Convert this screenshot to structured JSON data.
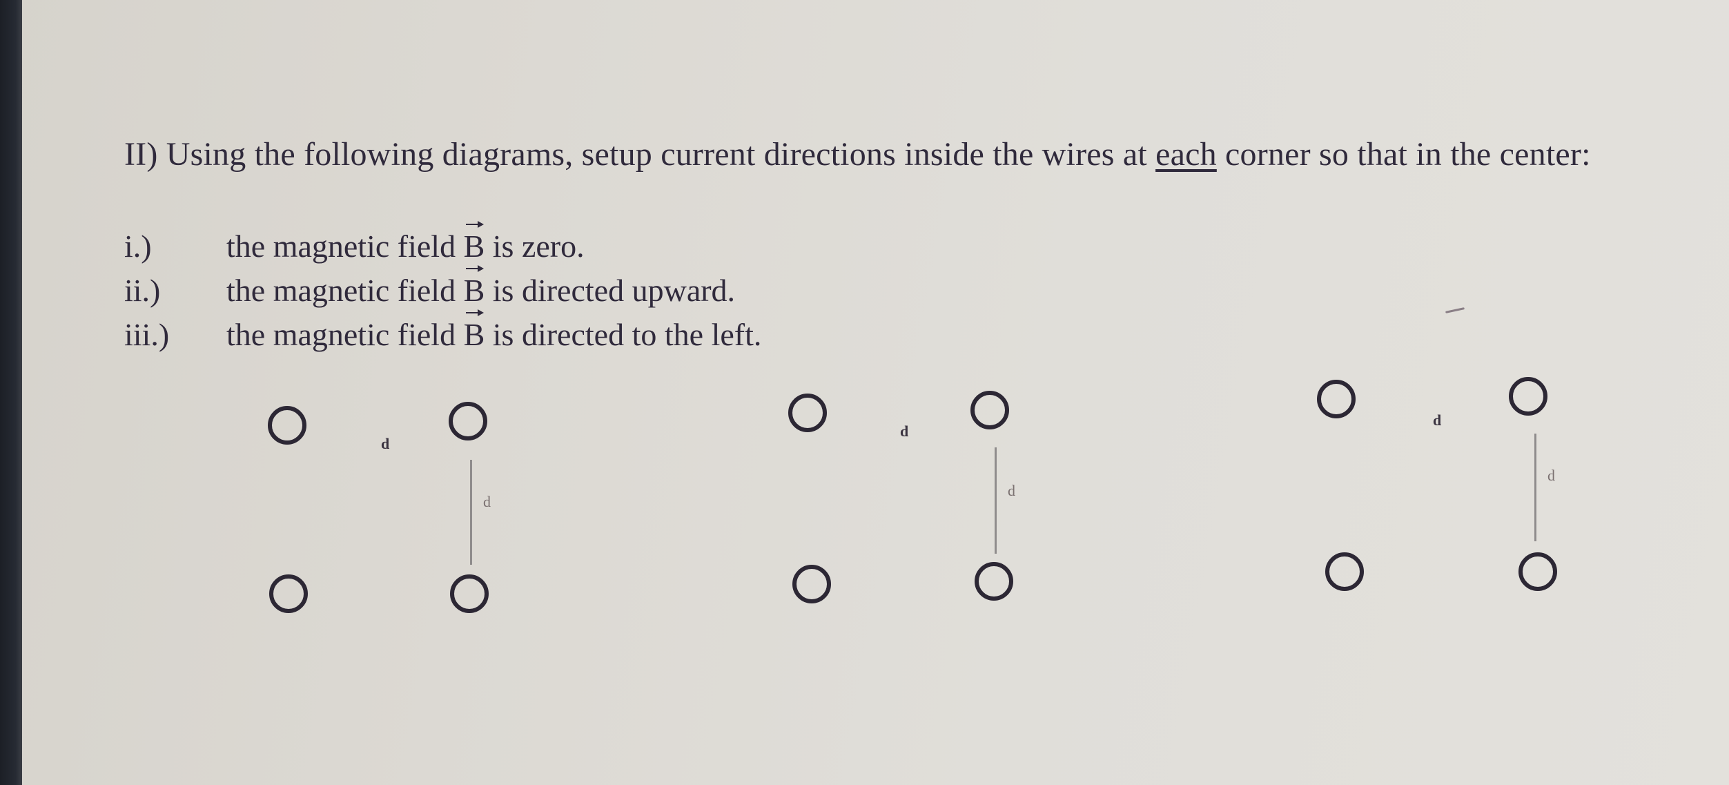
{
  "document": {
    "heading": {
      "prefix": "II) Using the following diagrams, setup current directions inside the wires at ",
      "emphasis": "each",
      "suffix": " corner so that in the center:"
    },
    "items": [
      {
        "num": "i.)",
        "pre": "the magnetic field ",
        "vector": "B",
        "post": " is zero."
      },
      {
        "num": "ii.)",
        "pre": "the magnetic field ",
        "vector": "B",
        "post": " is directed upward."
      },
      {
        "num": "iii.)",
        "pre": "the magnetic field ",
        "vector": "B",
        "post": " is directed to the left."
      }
    ],
    "diagrams": [
      {
        "horizontal_label": "d",
        "vertical_label": "d",
        "wires": [
          "top-left",
          "top-right",
          "bottom-left",
          "bottom-right"
        ]
      },
      {
        "horizontal_label": "d",
        "vertical_label": "d",
        "wires": [
          "top-left",
          "top-right",
          "bottom-left",
          "bottom-right"
        ]
      },
      {
        "horizontal_label": "d",
        "vertical_label": "d",
        "wires": [
          "top-left",
          "top-right",
          "bottom-left",
          "bottom-right"
        ]
      }
    ]
  }
}
